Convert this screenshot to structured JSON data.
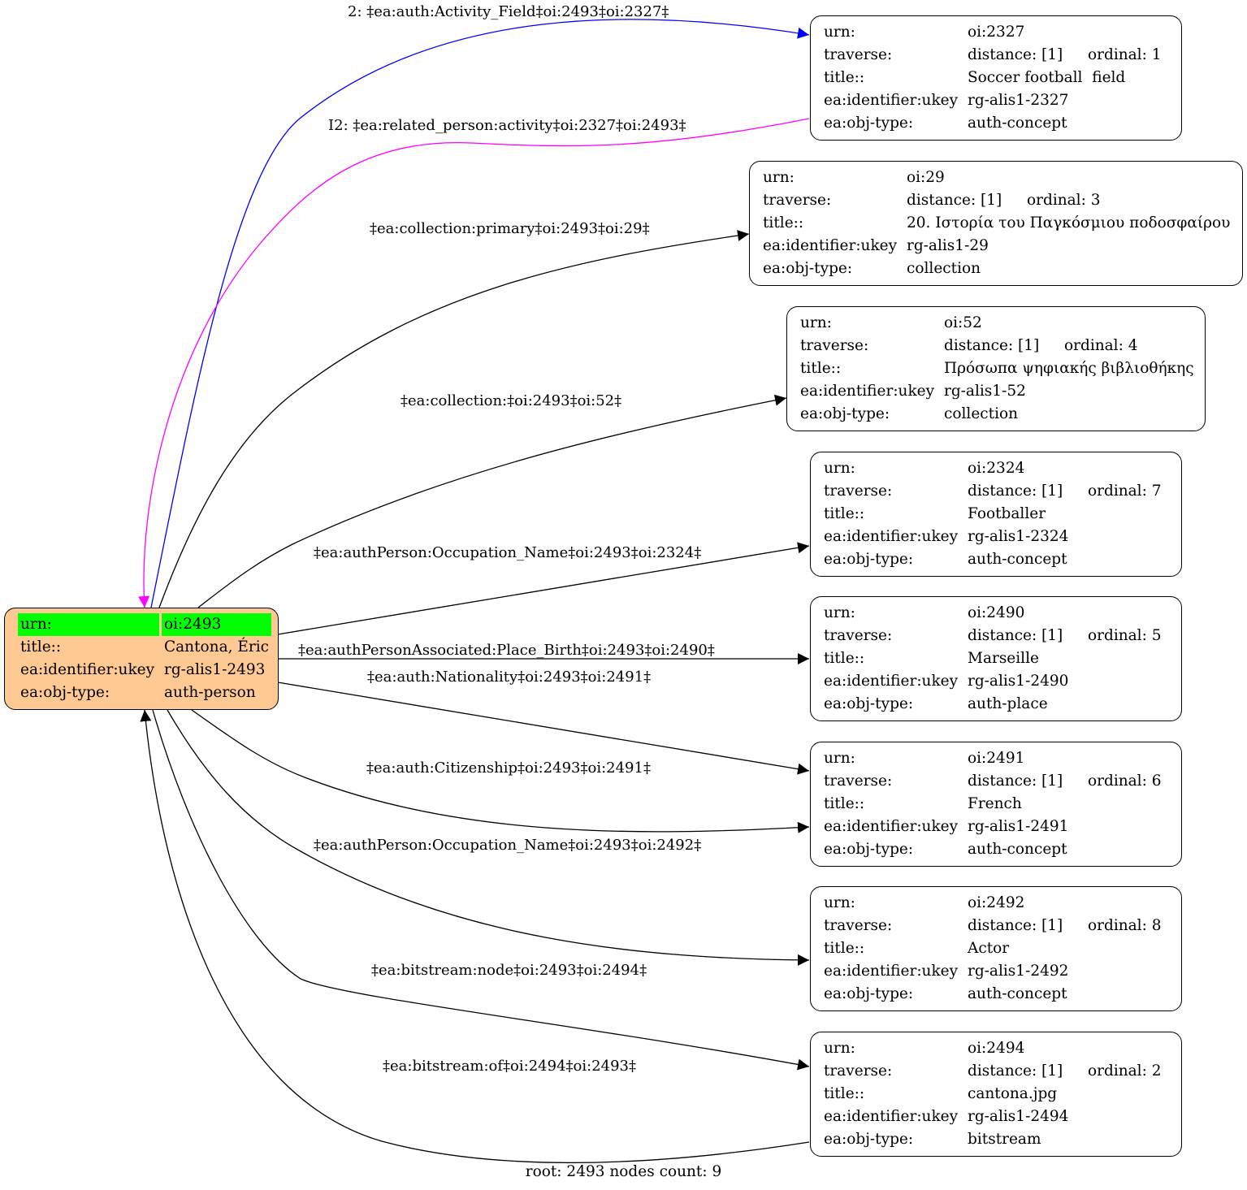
{
  "root_node": {
    "id": "oi:2493",
    "rows": [
      {
        "key": "urn:",
        "value": "oi:2493",
        "highlight": true
      },
      {
        "key": "title::",
        "value": "Cantona, Éric"
      },
      {
        "key": "ea:identifier:ukey",
        "value": "rg-alis1-2493"
      },
      {
        "key": "ea:obj-type:",
        "value": "auth-person"
      }
    ],
    "fill_color": "#ffc993",
    "highlight_color": "#00ff00"
  },
  "nodes": [
    {
      "urn": "oi:2327",
      "distance": "distance: [1]",
      "ordinal": "ordinal: 1",
      "title": "Soccer football  field",
      "ukey": "rg-alis1-2327",
      "obj_type": "auth-concept"
    },
    {
      "urn": "oi:29",
      "distance": "distance: [1]",
      "ordinal": "ordinal: 3",
      "title": "20. Ιστορία του Παγκόσμιου ποδοσφαίρου",
      "ukey": "rg-alis1-29",
      "obj_type": "collection"
    },
    {
      "urn": "oi:52",
      "distance": "distance: [1]",
      "ordinal": "ordinal: 4",
      "title": "Πρόσωπα ψηφιακής βιβλιοθήκης",
      "ukey": "rg-alis1-52",
      "obj_type": "collection"
    },
    {
      "urn": "oi:2324",
      "distance": "distance: [1]",
      "ordinal": "ordinal: 7",
      "title": "Footballer",
      "ukey": "rg-alis1-2324",
      "obj_type": "auth-concept"
    },
    {
      "urn": "oi:2490",
      "distance": "distance: [1]",
      "ordinal": "ordinal: 5",
      "title": "Marseille",
      "ukey": "rg-alis1-2490",
      "obj_type": "auth-place"
    },
    {
      "urn": "oi:2491",
      "distance": "distance: [1]",
      "ordinal": "ordinal: 6",
      "title": "French",
      "ukey": "rg-alis1-2491",
      "obj_type": "auth-concept"
    },
    {
      "urn": "oi:2492",
      "distance": "distance: [1]",
      "ordinal": "ordinal: 8",
      "title": "Actor",
      "ukey": "rg-alis1-2492",
      "obj_type": "auth-concept"
    },
    {
      "urn": "oi:2494",
      "distance": "distance: [1]",
      "ordinal": "ordinal: 2",
      "title": "cantona.jpg",
      "ukey": "rg-alis1-2494",
      "obj_type": "bitstream"
    }
  ],
  "row_keys": {
    "urn": "urn:",
    "traverse": "traverse:",
    "title": "title::",
    "ukey": "ea:identifier:ukey",
    "obj_type": "ea:obj-type:"
  },
  "edges": [
    {
      "label": "2: ‡ea:auth:Activity_Field‡oi:2493‡oi:2327‡",
      "from": "oi:2493",
      "to": "oi:2327",
      "color": "#0000ff"
    },
    {
      "label": "I2: ‡ea:related_person:activity‡oi:2327‡oi:2493‡",
      "from": "oi:2327",
      "to": "oi:2493",
      "color": "#ff00ff"
    },
    {
      "label": "‡ea:collection:primary‡oi:2493‡oi:29‡",
      "from": "oi:2493",
      "to": "oi:29",
      "color": "#000000"
    },
    {
      "label": "‡ea:collection:‡oi:2493‡oi:52‡",
      "from": "oi:2493",
      "to": "oi:52",
      "color": "#000000"
    },
    {
      "label": "‡ea:authPerson:Occupation_Name‡oi:2493‡oi:2324‡",
      "from": "oi:2493",
      "to": "oi:2324",
      "color": "#000000"
    },
    {
      "label": "‡ea:authPersonAssociated:Place_Birth‡oi:2493‡oi:2490‡",
      "from": "oi:2493",
      "to": "oi:2490",
      "color": "#000000"
    },
    {
      "label": "‡ea:auth:Nationality‡oi:2493‡oi:2491‡",
      "from": "oi:2493",
      "to": "oi:2491",
      "color": "#000000"
    },
    {
      "label": "‡ea:auth:Citizenship‡oi:2493‡oi:2491‡",
      "from": "oi:2493",
      "to": "oi:2491",
      "color": "#000000"
    },
    {
      "label": "‡ea:authPerson:Occupation_Name‡oi:2493‡oi:2492‡",
      "from": "oi:2493",
      "to": "oi:2492",
      "color": "#000000"
    },
    {
      "label": "‡ea:bitstream:node‡oi:2493‡oi:2494‡",
      "from": "oi:2493",
      "to": "oi:2494",
      "color": "#000000"
    },
    {
      "label": "‡ea:bitstream:of‡oi:2494‡oi:2493‡",
      "from": "oi:2494",
      "to": "oi:2493",
      "color": "#000000"
    }
  ],
  "footer": "root: 2493 nodes count: 9"
}
